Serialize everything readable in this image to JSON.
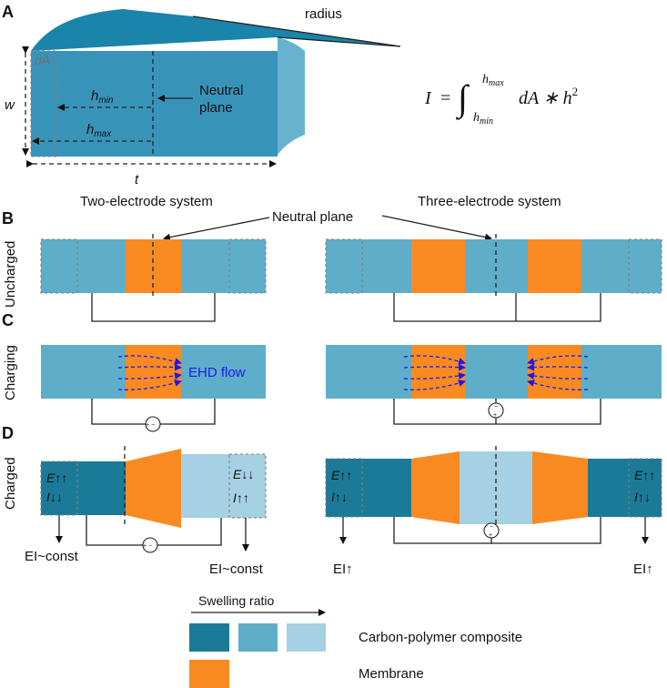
{
  "panels": {
    "A": "A",
    "B": "B",
    "C": "C",
    "D": "D"
  },
  "panel_a": {
    "radius": "radius",
    "dA": "dA",
    "w": "w",
    "t": "t",
    "h_min": "h",
    "h_min_sub": "min",
    "h_max": "h",
    "h_max_sub": "max",
    "neutral_plane_1": "Neutral",
    "neutral_plane_2": "plane",
    "equation": {
      "lhs": "I",
      "eq": "=",
      "upper_limit": "h",
      "upper_limit_sub": "max",
      "lower_limit": "h",
      "lower_limit_sub": "min",
      "integrand": "dA ∗ h",
      "power": "2"
    }
  },
  "headers": {
    "two_electrode": "Two-electrode system",
    "three_electrode": "Three-electrode system",
    "neutral_plane": "Neutral plane"
  },
  "row_labels": {
    "uncharged": "Uncharged",
    "charging": "Charging",
    "charged": "Charged"
  },
  "ehd_flow": "EHD flow",
  "charged_two": {
    "left_e": "E↑↑",
    "left_i": "I↓↓",
    "right_e": "E↓↓",
    "right_i": "I↑↑",
    "left_result": "EI~const",
    "right_result": "EI~const"
  },
  "charged_three": {
    "left_e": "E↑↑",
    "left_i": "I↑↓",
    "right_e": "E↑↑",
    "right_i": "I↑↓",
    "left_result": "EI↑",
    "right_result": "EI↑"
  },
  "legend": {
    "swelling_ratio": "Swelling ratio",
    "composite": "Carbon-polymer composite",
    "membrane": "Membrane"
  },
  "colors": {
    "composite_dark": "#1b7a98",
    "composite_mid": "#5faec9",
    "composite_light": "#a6d0e3",
    "membrane": "#f98a22",
    "ehd_flow": "#1a1aee",
    "dA_label": "#7a6f6f"
  }
}
